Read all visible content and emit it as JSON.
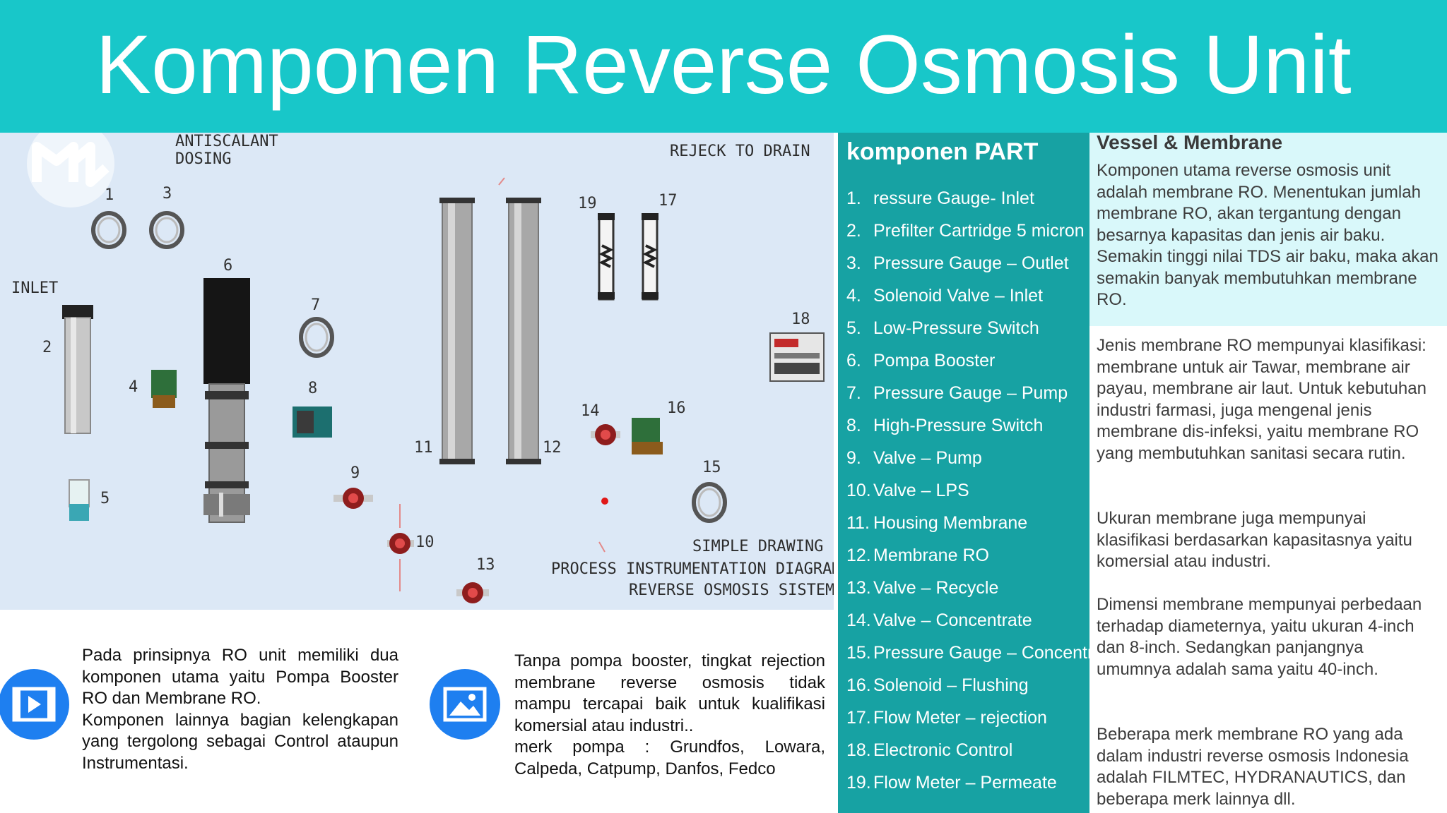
{
  "title": "Komponen Reverse Osmosis Unit",
  "diagram": {
    "labels": {
      "antiscalant": "ANTISCALANT\nDOSING",
      "inlet": "INLET",
      "reject": "REJECK TO DRAIN",
      "caption1": "SIMPLE DRAWING",
      "caption2": "PROCESS INSTRUMENTATION DIAGRAM",
      "caption3": "REVERSE OSMOSIS SISTEM"
    },
    "numbers": [
      "1",
      "2",
      "3",
      "4",
      "5",
      "6",
      "7",
      "8",
      "9",
      "10",
      "11",
      "12",
      "13",
      "14",
      "15",
      "16",
      "17",
      "18",
      "19"
    ]
  },
  "parts": {
    "title": "komponen PART",
    "items": [
      {
        "n": "1.",
        "label": "ressure Gauge- Inlet"
      },
      {
        "n": "2.",
        "label": "Prefilter Cartridge 5 micron"
      },
      {
        "n": "3.",
        "label": "Pressure Gauge – Outlet"
      },
      {
        "n": "4.",
        "label": "Solenoid Valve – Inlet"
      },
      {
        "n": "5.",
        "label": "Low-Pressure Switch"
      },
      {
        "n": "6.",
        "label": "Pompa Booster"
      },
      {
        "n": "7.",
        "label": "Pressure Gauge – Pump"
      },
      {
        "n": "8.",
        "label": "High-Pressure Switch"
      },
      {
        "n": "9.",
        "label": "Valve – Pump"
      },
      {
        "n": "10.",
        "label": "Valve – LPS"
      },
      {
        "n": "11.",
        "label": "Housing Membrane"
      },
      {
        "n": "12.",
        "label": "Membrane RO"
      },
      {
        "n": "13.",
        "label": "Valve – Recycle"
      },
      {
        "n": "14.",
        "label": "Valve – Concentrate"
      },
      {
        "n": "15.",
        "label": "Pressure Gauge – Concentrate"
      },
      {
        "n": "16.",
        "label": "Solenoid – Flushing"
      },
      {
        "n": "17.",
        "label": "Flow Meter – rejection"
      },
      {
        "n": "18.",
        "label": "Electronic Control"
      },
      {
        "n": "19.",
        "label": "Flow Meter – Permeate"
      }
    ]
  },
  "vessel": {
    "title": "Vessel & Membrane",
    "p1": "Komponen utama reverse osmosis unit adalah membrane RO. Menentukan jumlah membrane RO, akan tergantung dengan besarnya kapasitas dan jenis air baku.   Semakin tinggi nilai TDS air baku, maka akan semakin banyak membutuhkan membrane RO.",
    "p2": "Jenis membrane RO mempunyai klasifikasi: membrane untuk air Tawar, membrane air payau, membrane air laut. Untuk kebutuhan industri farmasi, juga mengenal jenis membrane dis-infeksi, yaitu membrane RO yang membutuhkan sanitasi secara rutin.",
    "p3": "Ukuran membrane juga mempunyai klasifikasi berdasarkan kapasitasnya yaitu komersial atau industri.",
    "p4": "Dimensi membrane mempunyai perbedaan terhadap diameternya, yaitu ukuran 4-inch dan 8-inch.  Sedangkan panjangnya umumnya adalah sama yaitu 40-inch.",
    "p5": "Beberapa merk membrane RO yang ada dalam industri reverse osmosis Indonesia adalah  FILMTEC, HYDRANAUTICS, dan beberapa merk lainnya dll."
  },
  "bottom": {
    "left_text_1": "Pada prinsipnya RO unit memiliki dua komponen utama yaitu Pompa Booster RO dan Membrane RO.",
    "left_text_2": "Komponen lainnya bagian kelengkapan yang tergolong sebagai Control ataupun Instrumentasi.",
    "right_text_1": "Tanpa pompa booster, tingkat rejection membrane reverse osmosis tidak mampu tercapai baik untuk kualifikasi komersial atau industri..",
    "right_text_2": "merk pompa : Grundfos, Lowara, Calpeda, Catpump, Danfos, Fedco"
  },
  "colors": {
    "title_band": "#18c7c9",
    "parts_panel": "#17a2a3",
    "vessel_top": "#d9f8fa",
    "diagram_bg": "#dce8f6",
    "icon_blue": "#1e7ff0"
  },
  "icons": [
    "video-icon",
    "image-icon",
    "logo-mark"
  ]
}
